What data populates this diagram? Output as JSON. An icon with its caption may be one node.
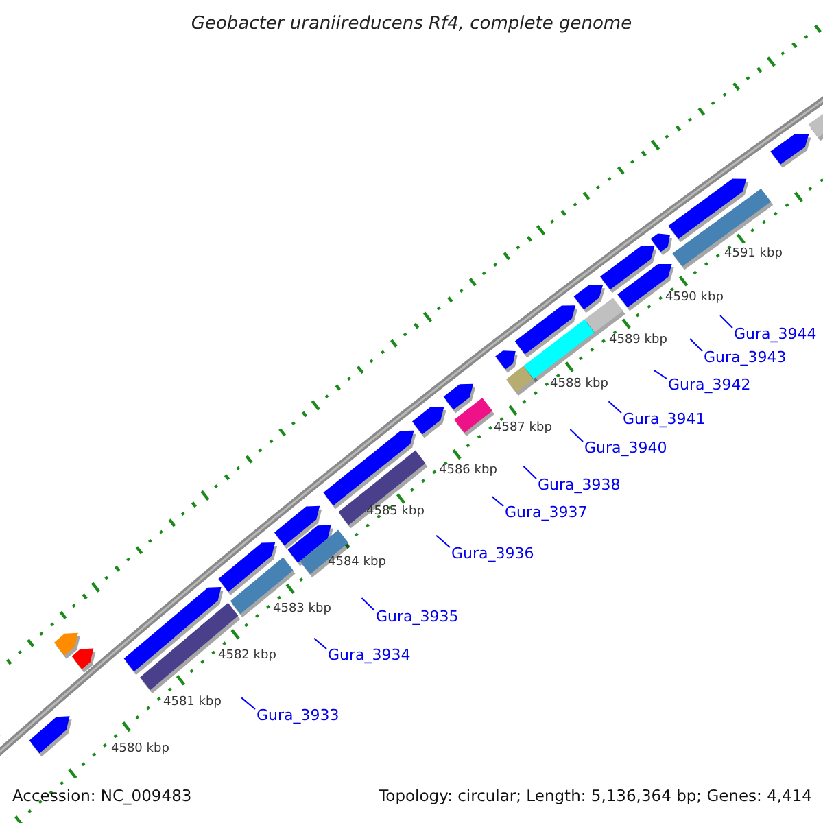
{
  "diagram": {
    "title": "Geobacter uraniireducens Rf4, complete genome",
    "nodes": [
      {
        "text": [
          "Gura_3933"
        ]
      },
      {
        "text": [
          "Gura_3934"
        ]
      },
      {
        "text": [
          "Gura_3935"
        ]
      },
      {
        "text": [
          "Gura_3936"
        ]
      },
      {
        "text": [
          "Gura_3937"
        ]
      },
      {
        "text": [
          "Gura_3938"
        ]
      },
      {
        "text": [
          "Gura_3940"
        ]
      },
      {
        "text": [
          "Gura_3941"
        ]
      },
      {
        "text": [
          "Gura_3942"
        ]
      },
      {
        "text": [
          "Gura_3943"
        ]
      },
      {
        "text": [
          "Gura_3944"
        ]
      }
    ],
    "edges": [
      {
        "from": 0,
        "to": null,
        "arrow": "none"
      },
      {
        "from": 1,
        "to": null,
        "arrow": "none"
      },
      {
        "from": 2,
        "to": null,
        "arrow": "none"
      },
      {
        "from": 3,
        "to": null,
        "arrow": "none"
      },
      {
        "from": 4,
        "to": null,
        "arrow": "none"
      },
      {
        "from": 5,
        "to": null,
        "arrow": "none"
      },
      {
        "from": 6,
        "to": null,
        "arrow": "none"
      },
      {
        "from": 7,
        "to": null,
        "arrow": "none"
      },
      {
        "from": 8,
        "to": null,
        "arrow": "none"
      },
      {
        "from": 9,
        "to": null,
        "arrow": "none"
      },
      {
        "from": 10,
        "to": null,
        "arrow": "none"
      }
    ],
    "labels": [
      "4580 kbp",
      "4581 kbp",
      "4582 kbp",
      "4583 kbp",
      "4584 kbp",
      "4585 kbp",
      "4586 kbp",
      "4587 kbp",
      "4588 kbp",
      "4589 kbp",
      "4590 kbp",
      "4591 kbp",
      "Accession: NC_009483",
      "Topology: circular; Length: 5,136,364 bp; Genes: 4,414"
    ]
  }
}
